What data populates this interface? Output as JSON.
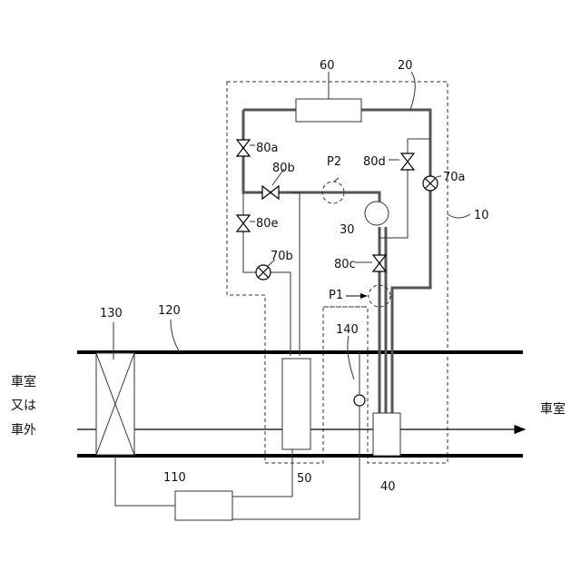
{
  "labels": {
    "n60": "60",
    "n20": "20",
    "n80a": "80a",
    "n80b": "80b",
    "p2": "P2",
    "n80d": "80d",
    "n70a": "70a",
    "n30": "30",
    "n10": "10",
    "n80e": "80e",
    "n70b": "70b",
    "n80c": "80c",
    "p1": "P1",
    "n130": "130",
    "n120": "120",
    "n140": "140",
    "n110": "110",
    "n50": "50",
    "n40": "40"
  },
  "text": {
    "left_line1": "車室",
    "left_line2": "又は",
    "left_line3": "車外",
    "right": "車室"
  }
}
